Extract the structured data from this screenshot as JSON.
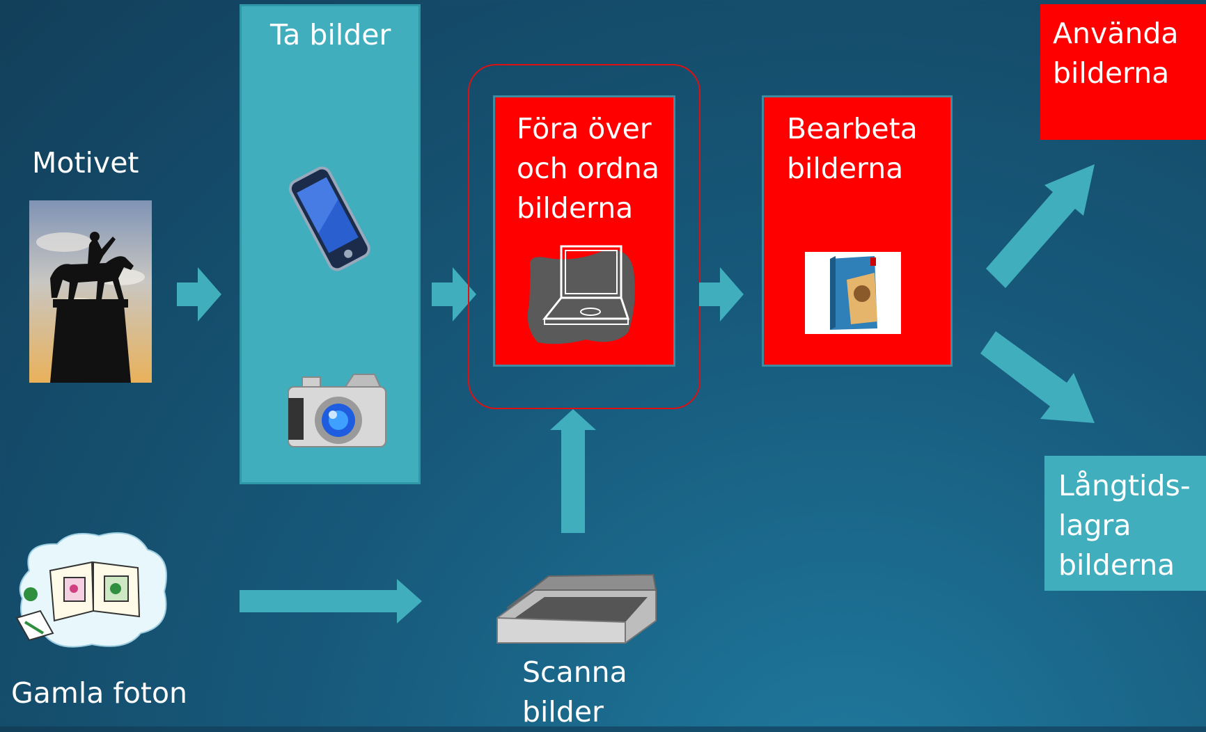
{
  "nodes": {
    "motivet": "Motivet",
    "ta_bilder": "Ta bilder",
    "fora_over": "Föra över\noch ordna\nbilderna",
    "bearbeta": "Bearbeta\nbilderna",
    "anvanda": "Använda\nbilderna",
    "langtids": "Långtids-\nlagra\nbilderna",
    "gamla_foton": "Gamla foton",
    "scanna": "Scanna\nbilder"
  },
  "colors": {
    "teal": "#40aebd",
    "red": "#fe0000",
    "highlight": "#e01010",
    "background": "#17597b"
  },
  "icons": [
    "statue-photo-icon",
    "phone-icon",
    "camera-icon",
    "laptop-icon",
    "photoshop-box-icon",
    "photo-album-icon",
    "scanner-icon"
  ]
}
